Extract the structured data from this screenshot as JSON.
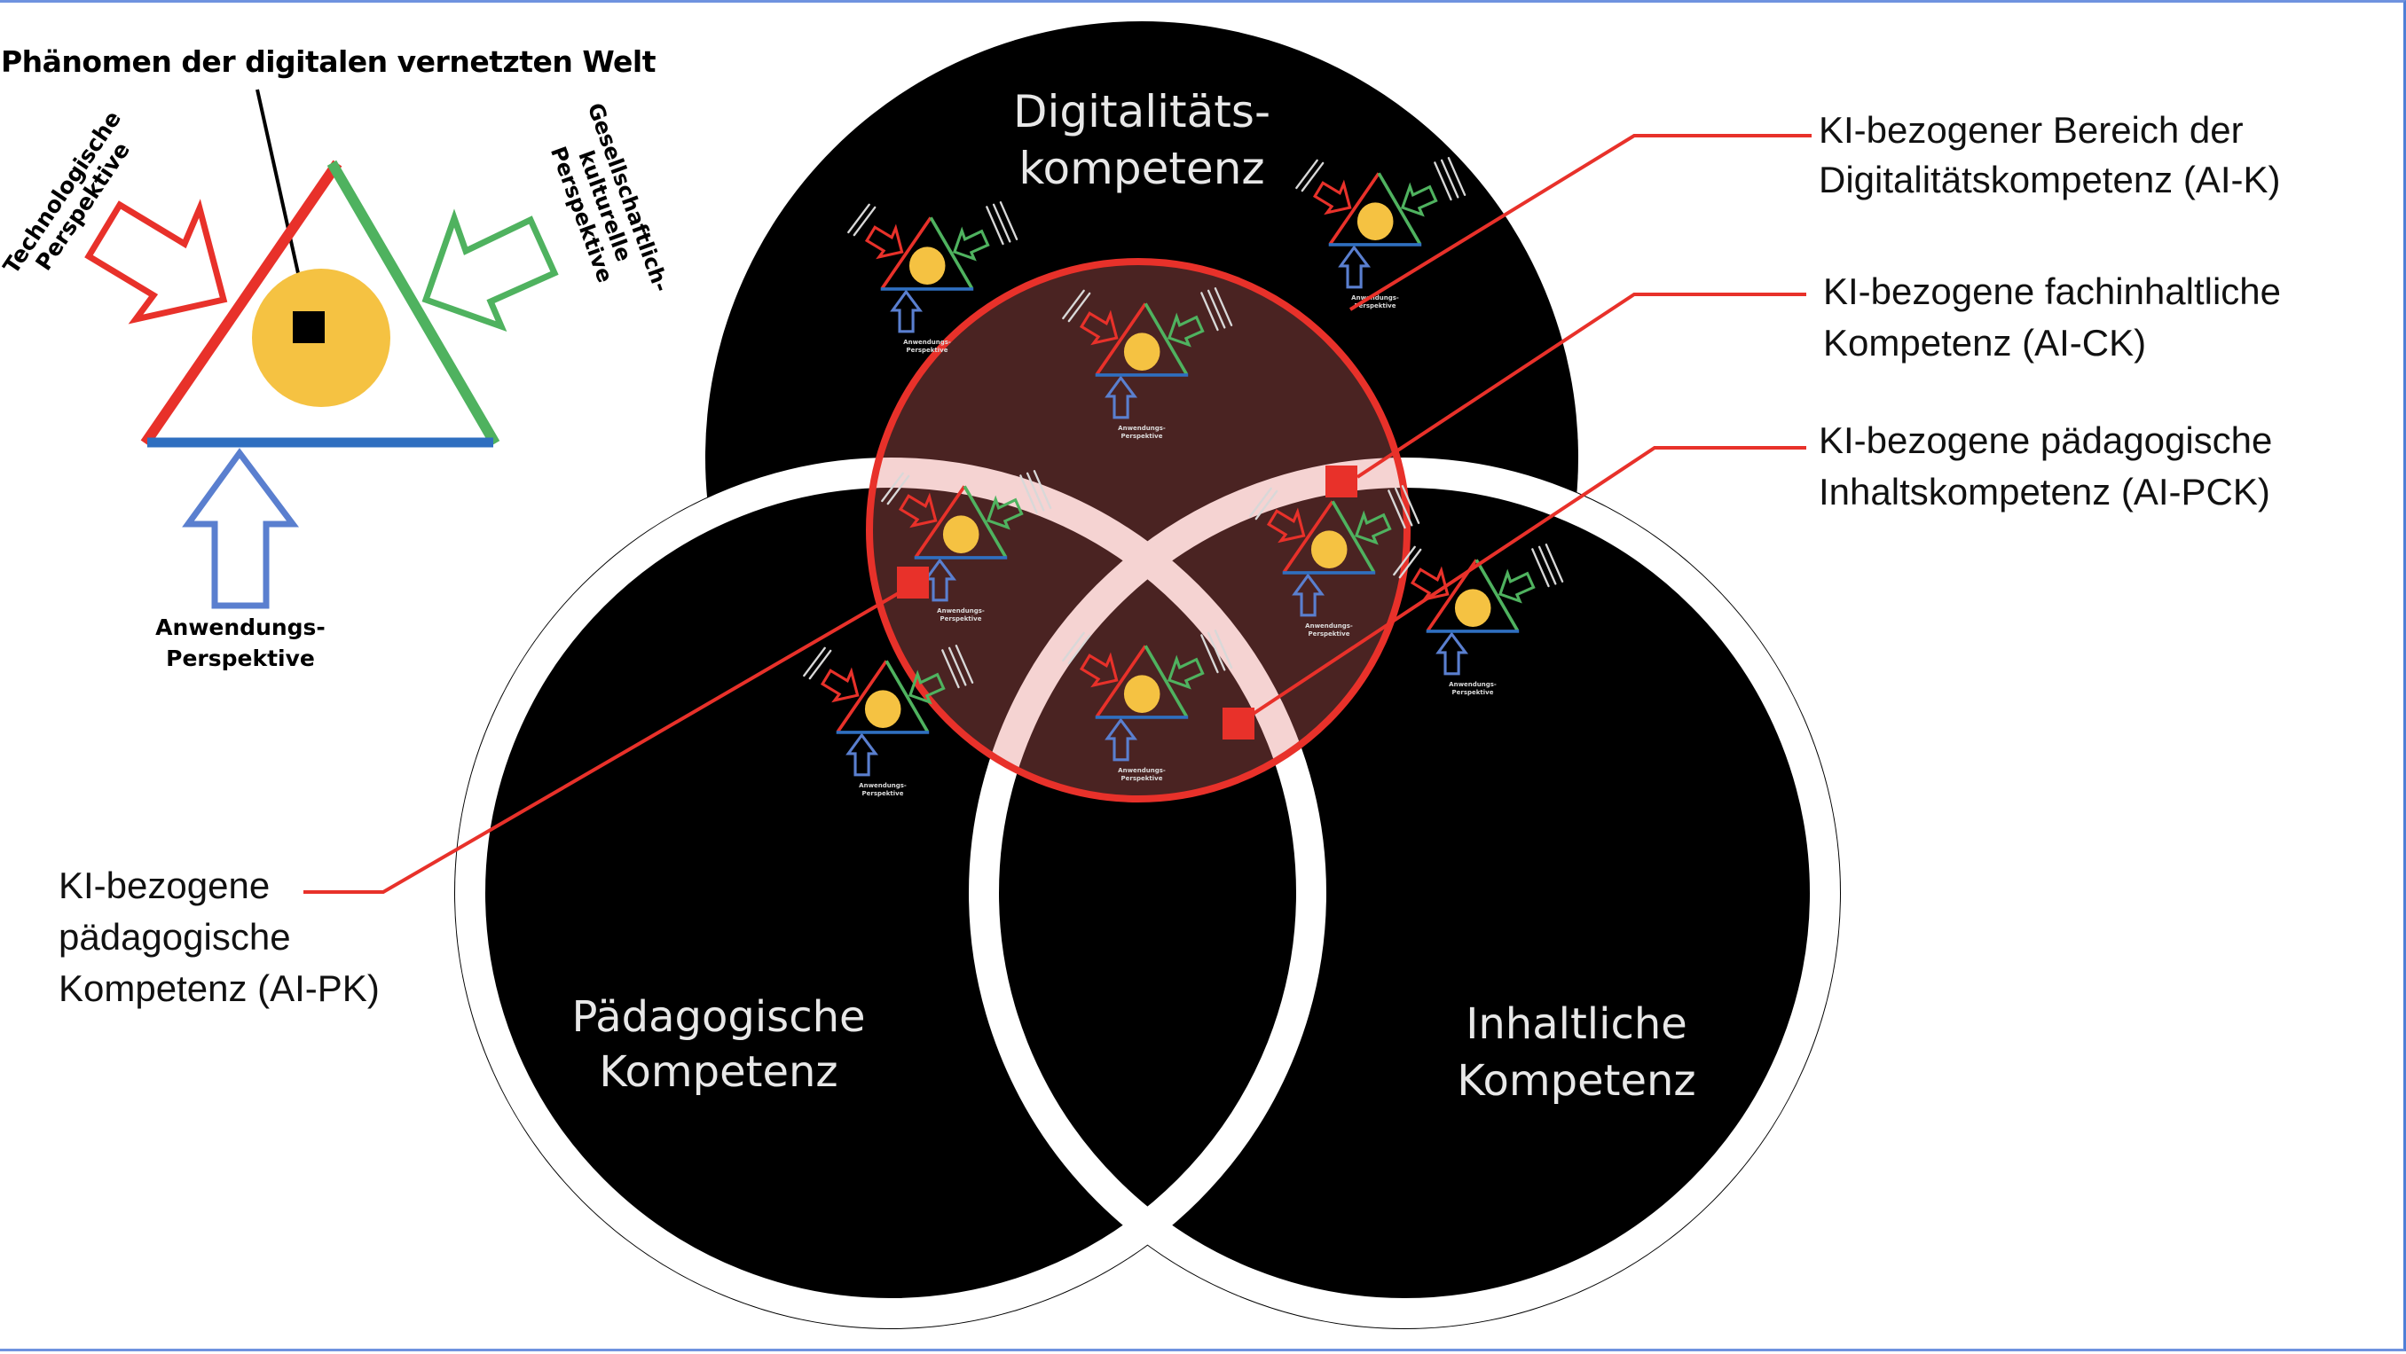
{
  "model": {
    "phenomenon_label": "Phänomen der digitalen vernetzten Welt",
    "perspectives": {
      "technological": {
        "lines": [
          "Technologische",
          "Perspektive"
        ],
        "color": "#e8312a"
      },
      "socio_cultural": {
        "lines": [
          "Gesellschaftlich-",
          "kulturelle",
          "Perspektive"
        ],
        "color": "#4fb25f"
      },
      "application": {
        "lines": [
          "Anwendungs-",
          "Perspektive"
        ],
        "color": "#2f6fc0",
        "arrow_color": "#5a7fcf"
      }
    },
    "phenomenon_color": "#f5c242"
  },
  "venn": {
    "circles": [
      {
        "id": "digital",
        "lines": [
          "Digitalitäts-",
          "kompetenz"
        ]
      },
      {
        "id": "pedagogical",
        "lines": [
          "Pädagogische",
          "Kompetenz"
        ]
      },
      {
        "id": "content",
        "lines": [
          "Inhaltliche",
          "Kompetenz"
        ]
      }
    ],
    "ai_region_color": "#4a2322",
    "ai_border_color": "#e8312a",
    "overlap_band_color": "#f5d3d2"
  },
  "callouts": [
    {
      "id": "ai-k",
      "lines": [
        "KI-bezogener Bereich der",
        "Digitalitätskompetenz (AI-K)"
      ]
    },
    {
      "id": "ai-ck",
      "lines": [
        "KI-bezogene fachinhaltliche",
        "Kompetenz (AI-CK)"
      ]
    },
    {
      "id": "ai-pck",
      "lines": [
        "KI-bezogene pädagogische",
        "Inhaltskompetenz (AI-PCK)"
      ]
    },
    {
      "id": "ai-pk",
      "lines": [
        "KI-bezogene",
        "pädagogische",
        "Kompetenz (AI-PK)"
      ]
    }
  ],
  "mini_models": {
    "count": 8,
    "label_lines": [
      "Anwendungs-",
      "Perspektive"
    ]
  },
  "colors": {
    "leader_line": "#e8312a",
    "circle_fill": "#000000",
    "ring": "#ffffff"
  }
}
